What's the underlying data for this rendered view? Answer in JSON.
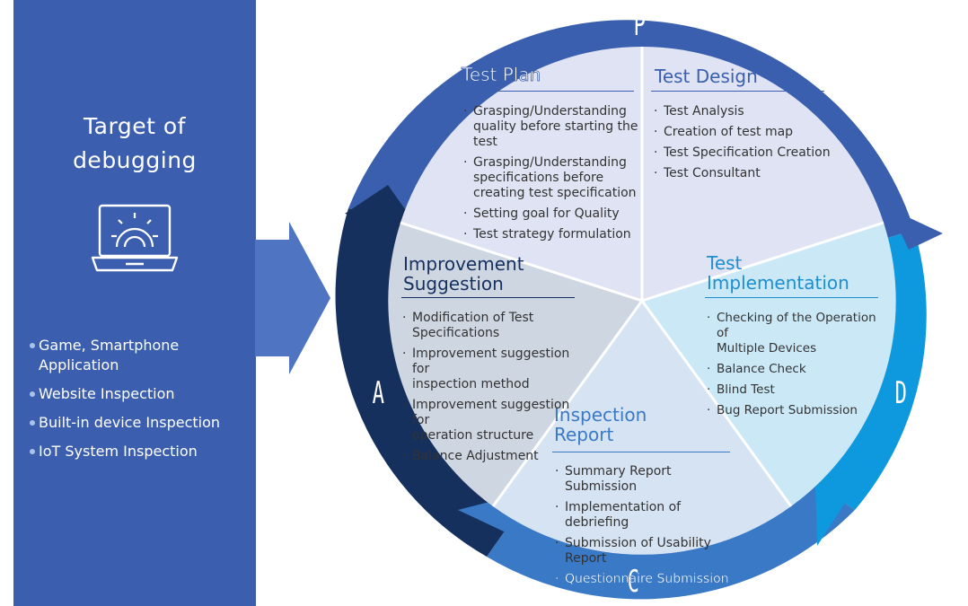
{
  "left": {
    "title_lines": [
      "Target of",
      "debugging"
    ],
    "icon": "laptop-gear-icon",
    "items": [
      [
        "Game, Smartphone",
        "Application"
      ],
      [
        "Website Inspection"
      ],
      [
        "Built-in device Inspection"
      ],
      [
        "IoT System Inspection"
      ]
    ]
  },
  "cycle": {
    "letters": {
      "p": "P",
      "d": "D",
      "c": "C",
      "a": "A"
    },
    "colors": {
      "p": "#3a5fae",
      "d": "#0e98dd",
      "c": "#3a79c6",
      "a": "#16305e"
    },
    "sections": {
      "plan": {
        "title": "Test Plan",
        "items": [
          [
            "Grasping/Understanding",
            "quality before starting the",
            "test"
          ],
          [
            "Grasping/Understanding",
            "specifications before",
            "creating test specification"
          ],
          [
            "Setting goal for Quality"
          ],
          [
            "Test strategy formulation"
          ]
        ]
      },
      "design": {
        "title": "Test Design",
        "items": [
          [
            "Test Analysis"
          ],
          [
            "Creation of test map"
          ],
          [
            "Test Specification Creation"
          ],
          [
            "Test Consultant"
          ]
        ]
      },
      "implementation": {
        "title_lines": [
          "Test",
          "Implementation"
        ],
        "items": [
          [
            "Checking of the Operation of",
            "Multiple Devices"
          ],
          [
            "Balance Check"
          ],
          [
            "Blind Test"
          ],
          [
            "Bug Report Submission"
          ]
        ]
      },
      "report": {
        "title_lines": [
          "Inspection",
          "Report"
        ],
        "items": [
          [
            "Summary Report Submission"
          ],
          [
            "Implementation of debriefing"
          ],
          [
            "Submission of Usability",
            "Report"
          ],
          [
            "Questionnaire Submission"
          ]
        ]
      },
      "improvement": {
        "title_lines": [
          "Improvement",
          "Suggestion"
        ],
        "items": [
          [
            "Modification of Test",
            "Specifications"
          ],
          [
            "Improvement suggestion for",
            "inspection method"
          ],
          [
            "Improvement suggestion for",
            "operation structure"
          ],
          [
            "Balance Adjustment"
          ]
        ]
      }
    }
  }
}
